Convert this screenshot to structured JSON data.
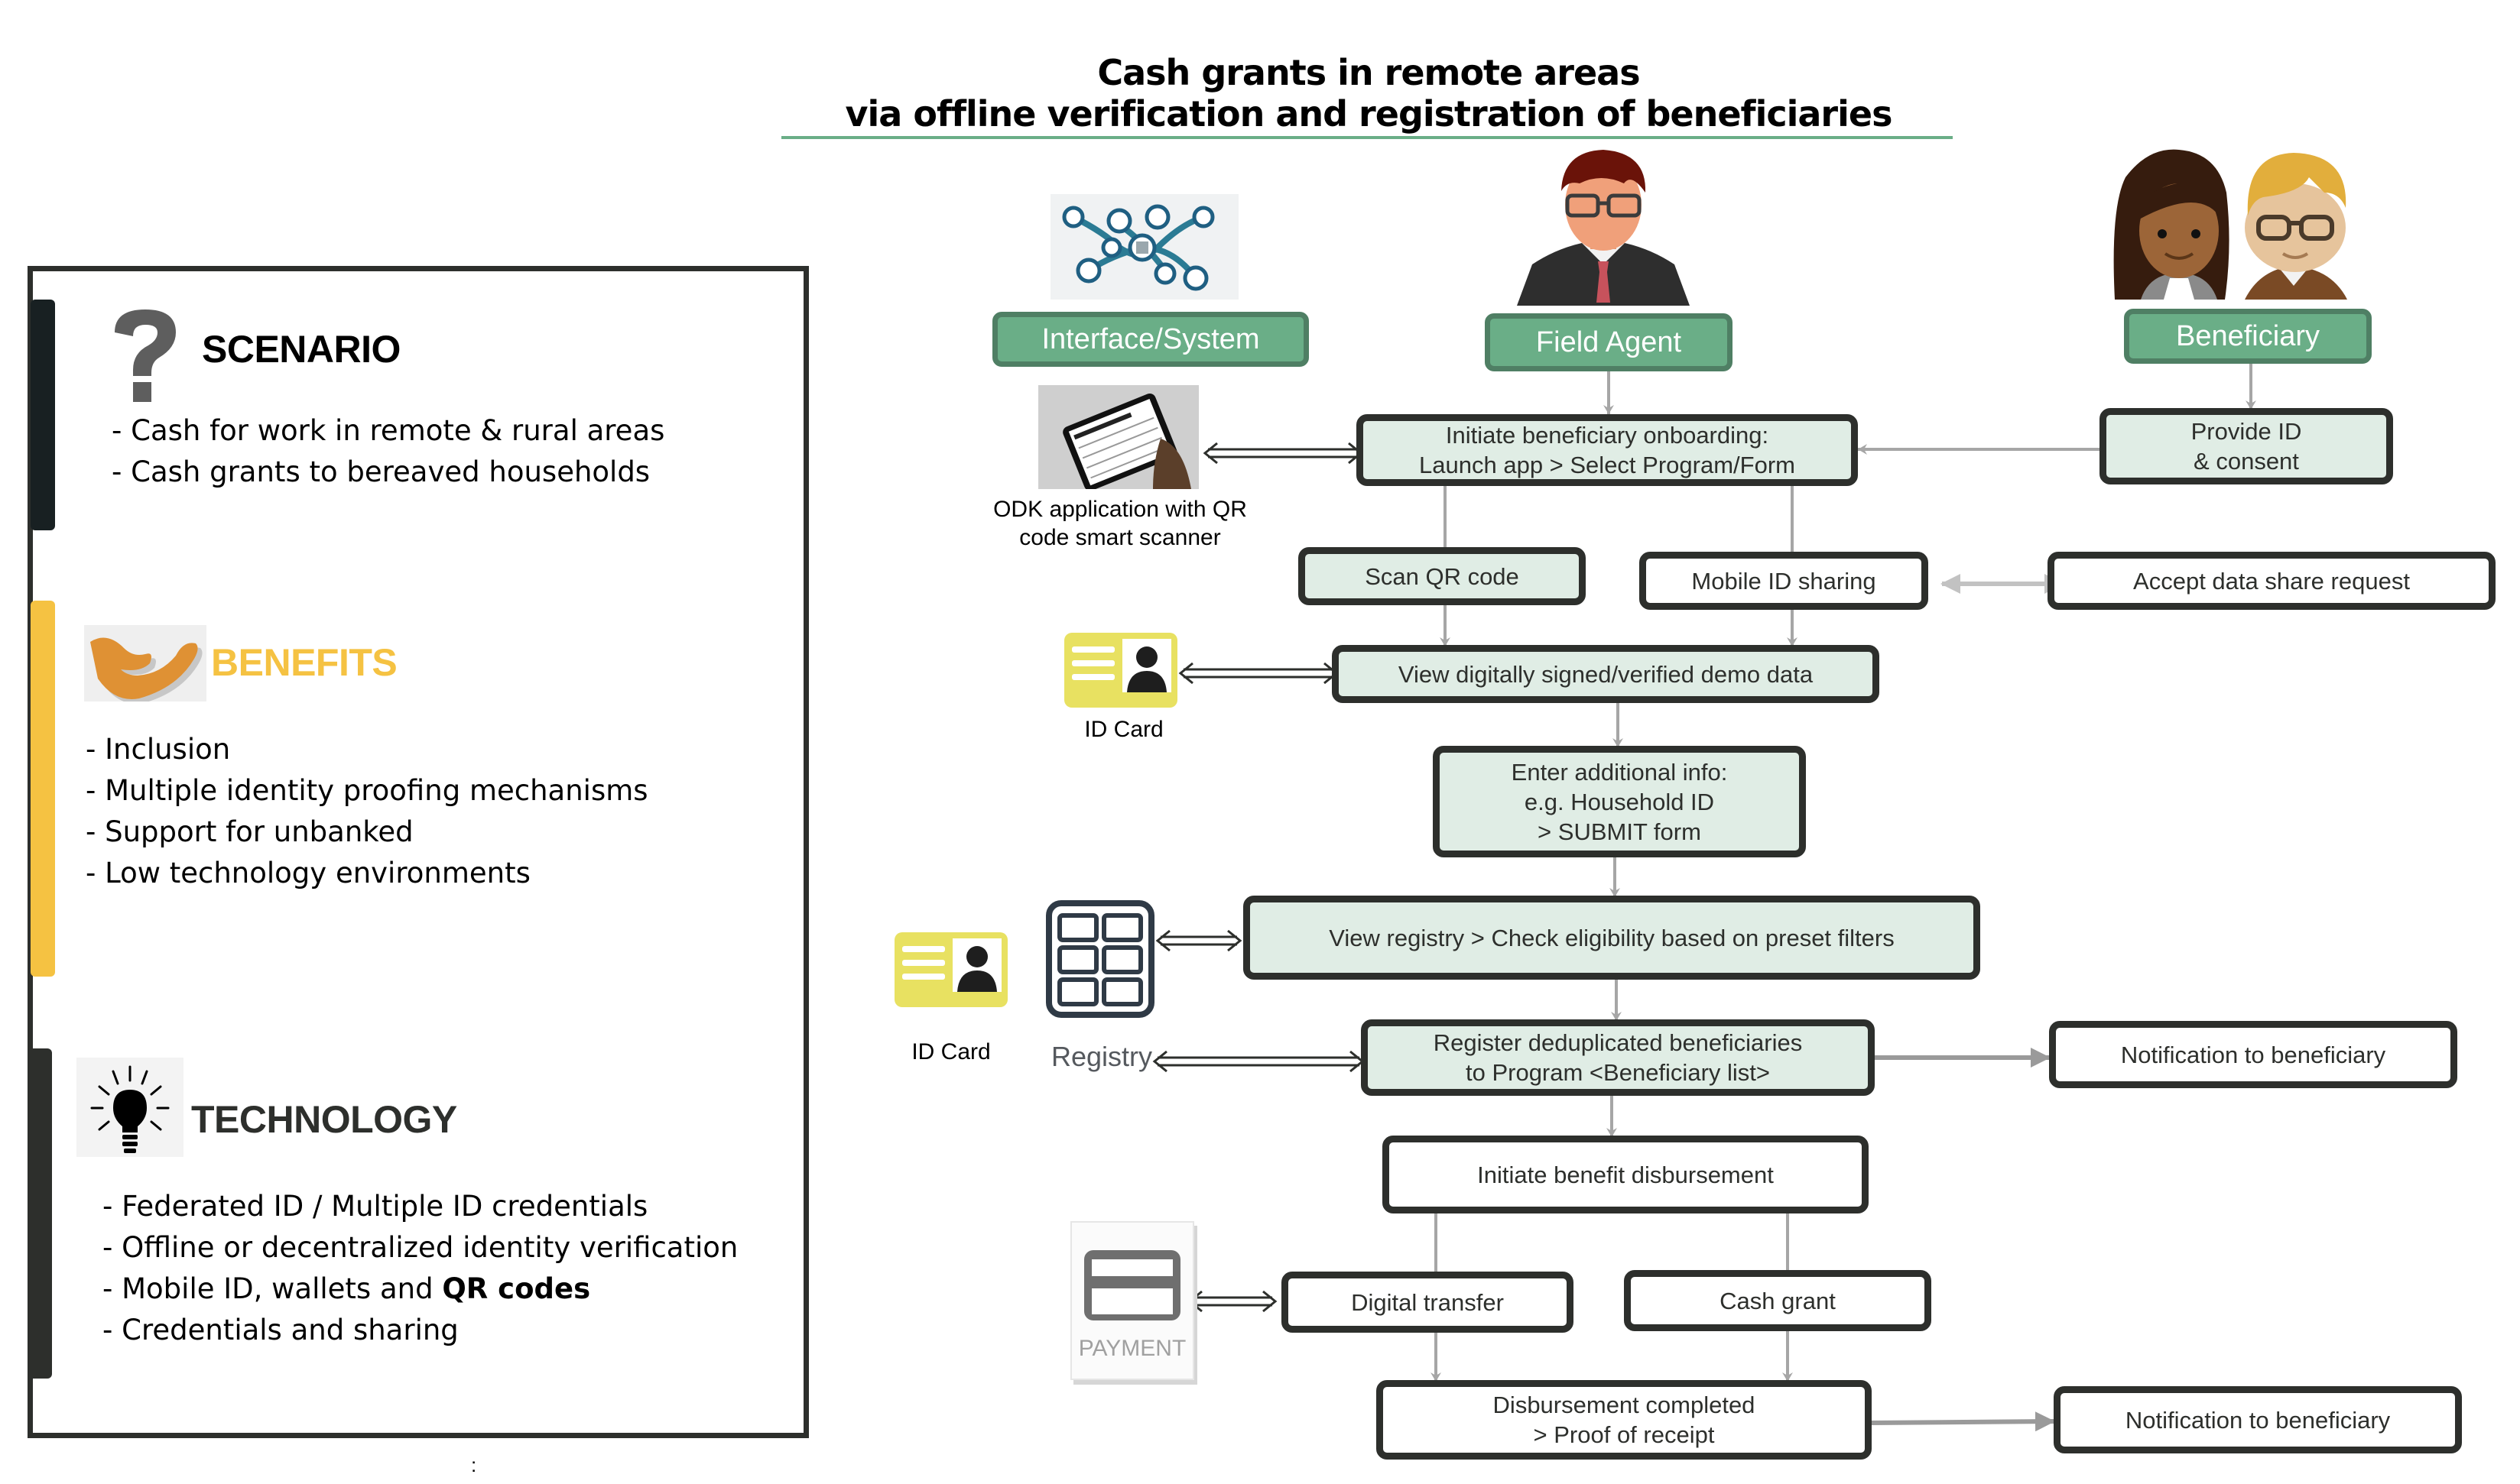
{
  "title": {
    "line1": "Cash grants in remote areas",
    "line2": "via offline verification and registration of beneficiaries"
  },
  "colors": {
    "accent_green": "#6aae87",
    "accent_green_border": "#4f7f64",
    "step_fill": "#e0ede5",
    "box_border": "#2d2f2c",
    "benefits_yellow": "#f5c242",
    "connector_gray": "#a6a6a6"
  },
  "left_panel": {
    "scenario": {
      "icon": "question-mark-icon",
      "heading": "SCENARIO",
      "items": [
        "-  Cash for work in remote & rural areas",
        "-  Cash grants to bereaved households"
      ]
    },
    "benefits": {
      "icon": "helping-hand-icon",
      "heading": "BENEFITS",
      "items": [
        "- Inclusion",
        "- Multiple identity proofing mechanisms",
        "- Support for unbanked",
        "- Low technology environments"
      ]
    },
    "technology": {
      "icon": "lightbulb-icon",
      "heading": "TECHNOLOGY",
      "items": [
        {
          "text": "- Federated ID / Multiple ID credentials",
          "bold": ""
        },
        {
          "text": "- Offline or decentralized identity verification",
          "bold": ""
        },
        {
          "text": "- Mobile ID, wallets and ",
          "bold": "QR codes"
        },
        {
          "text": "- Credentials and sharing",
          "bold": ""
        }
      ]
    },
    "footnote": ":"
  },
  "roles": {
    "system": {
      "label": "Interface/System",
      "icon": "network-devices-icon"
    },
    "agent": {
      "label": "Field Agent",
      "icon": "field-agent-avatar-icon"
    },
    "beneficiary": {
      "label": "Beneficiary",
      "icon": "beneficiaries-avatar-icon"
    }
  },
  "resources": {
    "odk_app": {
      "icon": "tablet-application-form-icon",
      "caption_line1": "ODK application with QR",
      "caption_line2": "code smart scanner"
    },
    "id_card_1": {
      "icon": "id-card-icon",
      "caption": "ID Card"
    },
    "id_card_2": {
      "icon": "id-card-icon",
      "caption": "ID Card"
    },
    "registry": {
      "icon": "registry-database-icon",
      "caption": "Registry"
    },
    "payment": {
      "icon": "payment-card-icon",
      "caption": "PAYMENT"
    }
  },
  "steps": {
    "initiate_onboarding": {
      "line1": "Initiate beneficiary onboarding:",
      "line2": "Launch app > Select Program/Form"
    },
    "provide_id": {
      "line1": "Provide ID",
      "line2": "& consent"
    },
    "scan_qr": {
      "line1": "Scan QR code"
    },
    "mobile_id_sharing": {
      "line1": "Mobile ID sharing"
    },
    "accept_share": {
      "line1": "Accept data share request"
    },
    "view_demo_data": {
      "line1": "View digitally signed/verified demo data"
    },
    "enter_info": {
      "line1": "Enter additional info:",
      "line2": "e.g. Household ID",
      "line3": "> SUBMIT form"
    },
    "view_registry": {
      "line1": "View registry > Check eligibility based on preset filters"
    },
    "register_dedup": {
      "line1": "Register deduplicated beneficiaries",
      "line2": "to Program <Beneficiary  list>"
    },
    "notify_1": {
      "line1": "Notification to beneficiary"
    },
    "initiate_disbursement": {
      "line1": "Initiate benefit disbursement"
    },
    "digital_transfer": {
      "line1": "Digital transfer"
    },
    "cash_grant": {
      "line1": "Cash grant"
    },
    "disbursement_completed": {
      "line1": "Disbursement completed",
      "line2": "> Proof of receipt"
    },
    "notify_2": {
      "line1": "Notification to beneficiary"
    }
  }
}
